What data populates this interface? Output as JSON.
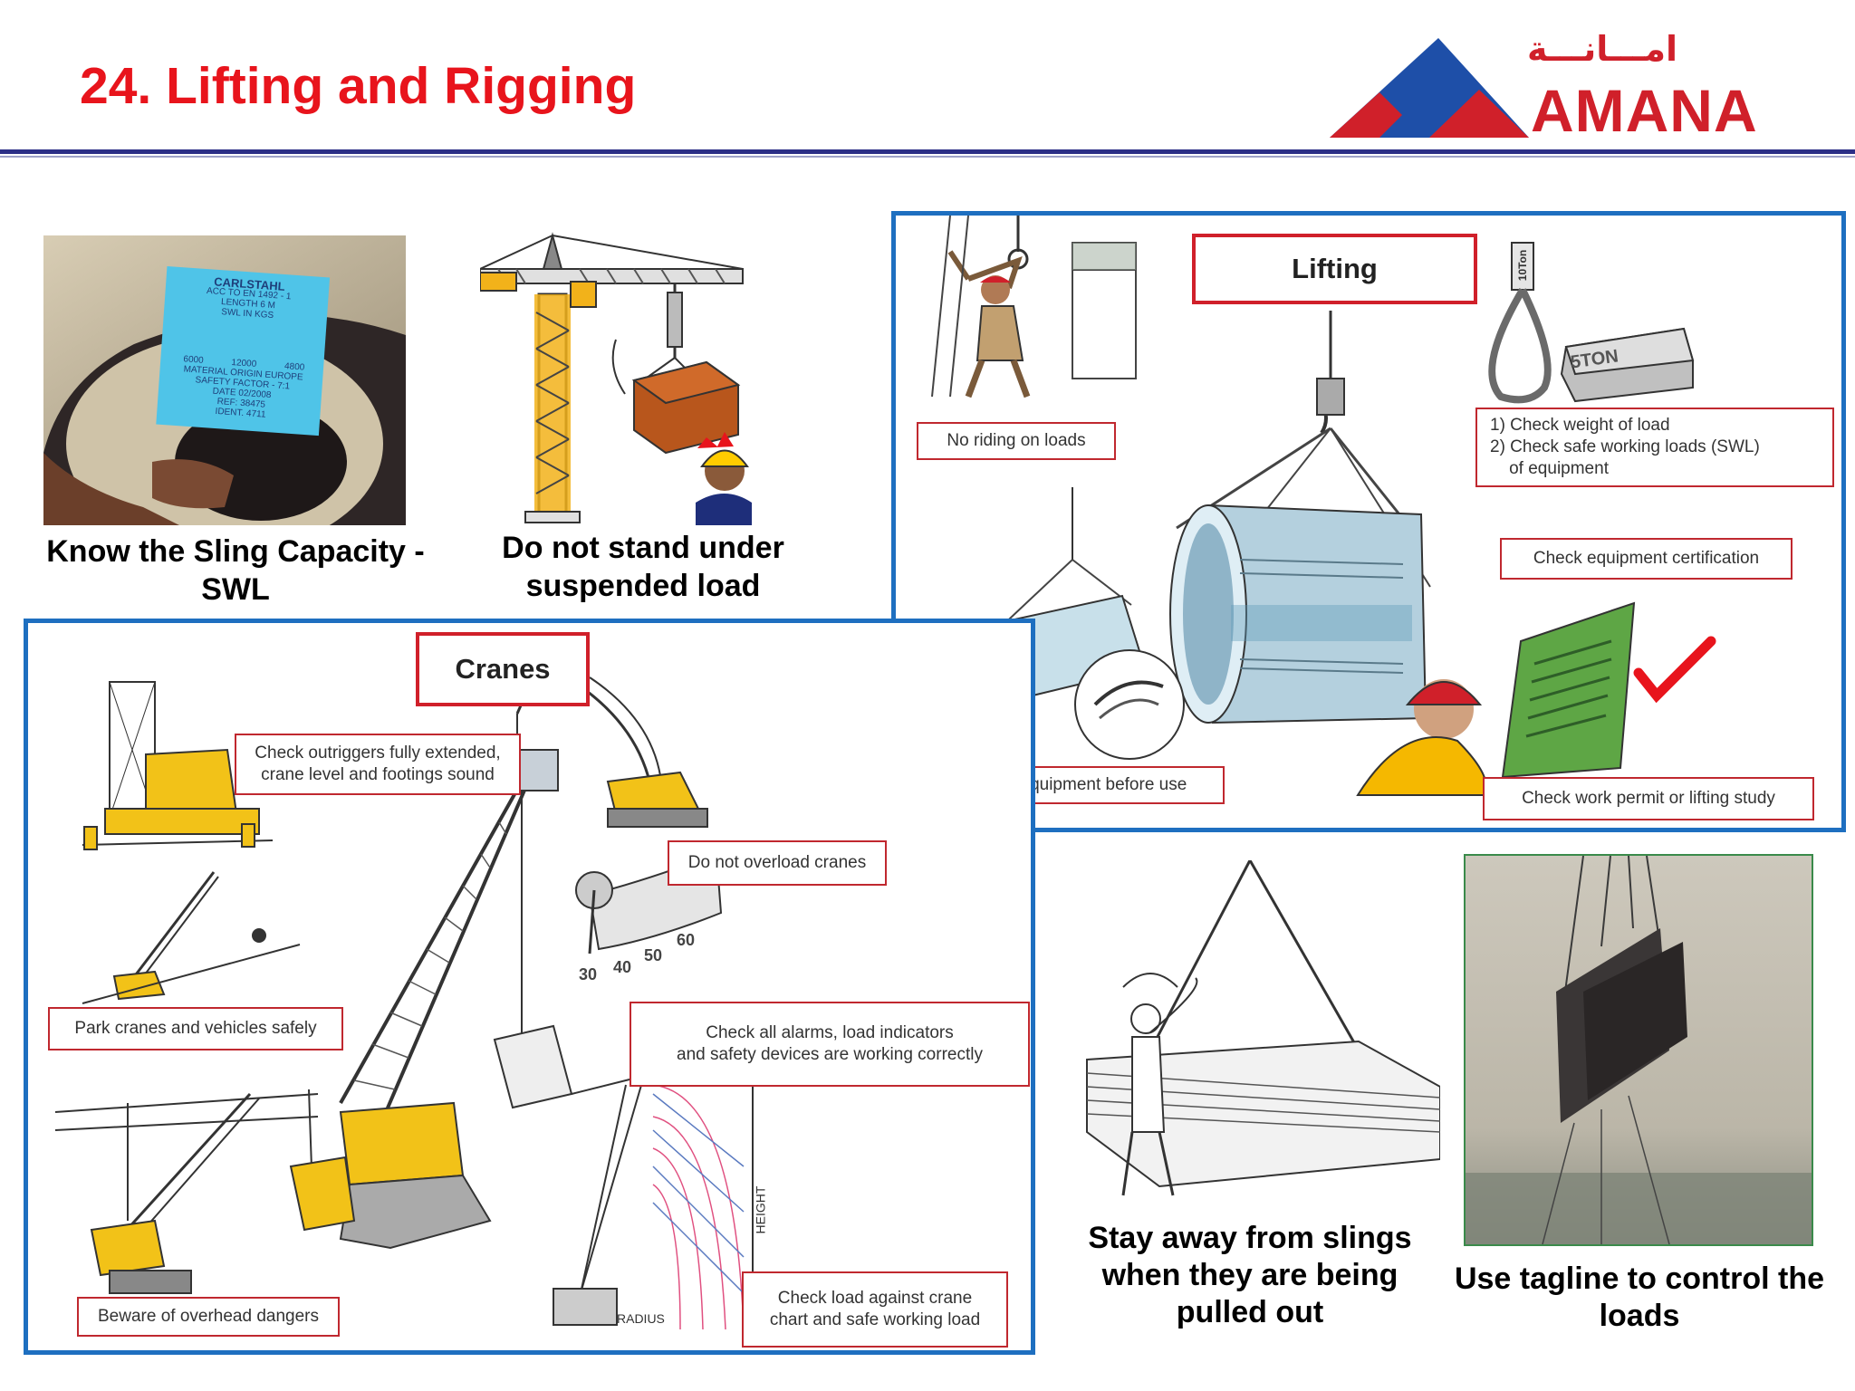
{
  "header": {
    "title": "24. Lifting and Rigging",
    "logo_arabic": "امـــانـــة",
    "logo_latin": "AMANA"
  },
  "photos": {
    "sling_caption": "Know the Sling Capacity - SWL",
    "sling_tag_lines": [
      "CARLSTAHL",
      "ACC TO EN 1492 - 1",
      "LENGTH 6 M",
      "SWL IN KGS",
      "6000",
      "12000",
      "4800",
      "MATERIAL ORIGIN EUROPE",
      "SAFETY FACTOR - 7:1",
      "DATE 02/2008",
      "REF: 38475",
      "IDENT. 4711"
    ],
    "crane_caption": "Do not stand under suspended load",
    "slings_caption": "Stay away from slings when they are being pulled out",
    "tagline_caption": "Use tagline to control the loads"
  },
  "lifting": {
    "heading": "Lifting",
    "no_riding": "No riding on loads",
    "check_weight": "1) Check weight of load\n2) Check safe working loads (SWL)\n    of equipment",
    "certification": "Check equipment certification",
    "inspect": "Inspect all equipment before use",
    "permit": "Check work permit or lifting study",
    "weight_label": "5TON",
    "hook_label": "10Ton"
  },
  "cranes": {
    "heading": "Cranes",
    "outriggers": "Check outriggers fully extended,\ncrane level and footings sound",
    "overload": "Do not overload cranes",
    "park": "Park cranes and vehicles safely",
    "alarms": "Check all alarms, load indicators\nand safety devices are working correctly",
    "overhead": "Beware of overhead dangers",
    "load_chart": "Check load against crane\nchart and safe working load",
    "chart_height": "HEIGHT",
    "chart_radius": "RADIUS",
    "angle_labels": [
      "30",
      "40",
      "50",
      "60"
    ]
  },
  "colors": {
    "title_red": "#e8141c",
    "frame_blue": "#1e6fc0",
    "label_red": "#c0282f",
    "header_rule": "#2b2f86"
  }
}
